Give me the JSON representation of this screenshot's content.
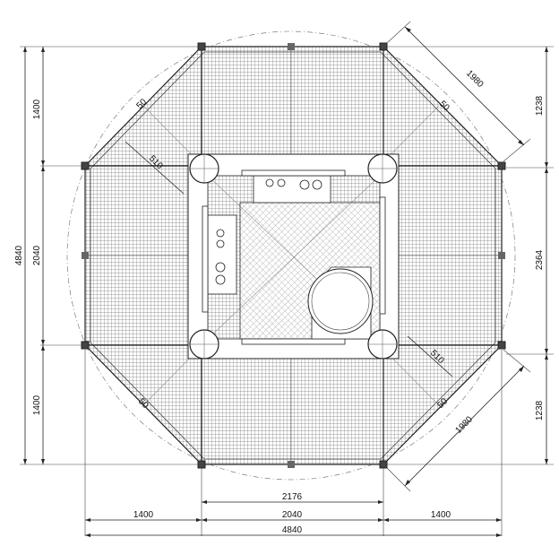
{
  "drawing": {
    "bottom_dimensions": {
      "inner": "2176",
      "left": "1400",
      "center": "2040",
      "right": "1400",
      "total": "4840"
    },
    "left_dimensions": {
      "top": "1400",
      "middle": "2040",
      "bottom": "1400",
      "total": "4840"
    },
    "right_dimensions": {
      "top": "1238",
      "middle": "2364",
      "bottom": "1238"
    },
    "diagonal_dimensions": {
      "upper_right": "1980",
      "lower_right": "1980",
      "inner_upper_left": "510",
      "inner_lower_right": "510",
      "corner_upper_left": "50",
      "corner_lower_left": "50",
      "corner_lower_right": "50",
      "corner_upper_right": "50"
    },
    "colors": {
      "line": "#222222",
      "mesh": "#888888",
      "fill": "#ffffff"
    }
  }
}
